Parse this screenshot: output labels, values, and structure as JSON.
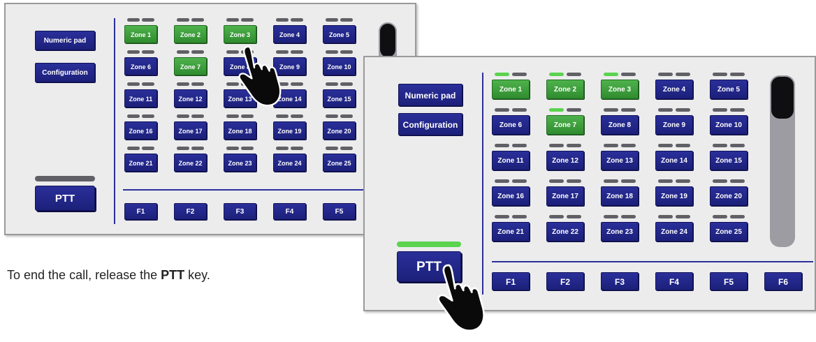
{
  "screen1": {
    "side_buttons": [
      "Numeric pad",
      "Configuration"
    ],
    "ptt_label": "PTT",
    "ptt_indicator_color": "#606066",
    "zones": [
      "Zone 1",
      "Zone 2",
      "Zone 3",
      "Zone 4",
      "Zone 5",
      "Zone 6",
      "Zone 7",
      "Zone 8",
      "Zone 9",
      "Zone 10",
      "Zone 11",
      "Zone 12",
      "Zone 13",
      "Zone 14",
      "Zone 15",
      "Zone 16",
      "Zone 17",
      "Zone 18",
      "Zone 19",
      "Zone 20",
      "Zone 21",
      "Zone 22",
      "Zone 23",
      "Zone 24",
      "Zone 25"
    ],
    "active_zones": [
      "Zone 1",
      "Zone 2",
      "Zone 3",
      "Zone 7"
    ],
    "function_keys": [
      "F1",
      "F2",
      "F3",
      "F4",
      "F5"
    ]
  },
  "screen2": {
    "side_buttons": [
      "Numeric pad",
      "Configuration"
    ],
    "ptt_label": "PTT",
    "ptt_indicator_color": "#5bd34f",
    "zones": [
      "Zone 1",
      "Zone 2",
      "Zone 3",
      "Zone 4",
      "Zone 5",
      "Zone 6",
      "Zone 7",
      "Zone 8",
      "Zone 9",
      "Zone 10",
      "Zone 11",
      "Zone 12",
      "Zone 13",
      "Zone 14",
      "Zone 15",
      "Zone 16",
      "Zone 17",
      "Zone 18",
      "Zone 19",
      "Zone 20",
      "Zone 21",
      "Zone 22",
      "Zone 23",
      "Zone 24",
      "Zone 25"
    ],
    "active_zones": [
      "Zone 1",
      "Zone 2",
      "Zone 3",
      "Zone 7"
    ],
    "zone_indicator_green": [
      "Zone 1",
      "Zone 2",
      "Zone 3",
      "Zone 7"
    ],
    "function_keys": [
      "F1",
      "F2",
      "F3",
      "F4",
      "F5",
      "F6"
    ]
  },
  "caption": {
    "before": "To end the call, release the ",
    "key": "PTT",
    "after": " key."
  },
  "colors": {
    "button_blue": "#23288c",
    "zone_active_green": "#3fa33c",
    "indicator_gray": "#606066",
    "indicator_green": "#5bd34f",
    "panel_bg": "#ececed",
    "divider_blue": "#2b2f9a"
  },
  "icons": [
    "pointing-hand-icon"
  ]
}
